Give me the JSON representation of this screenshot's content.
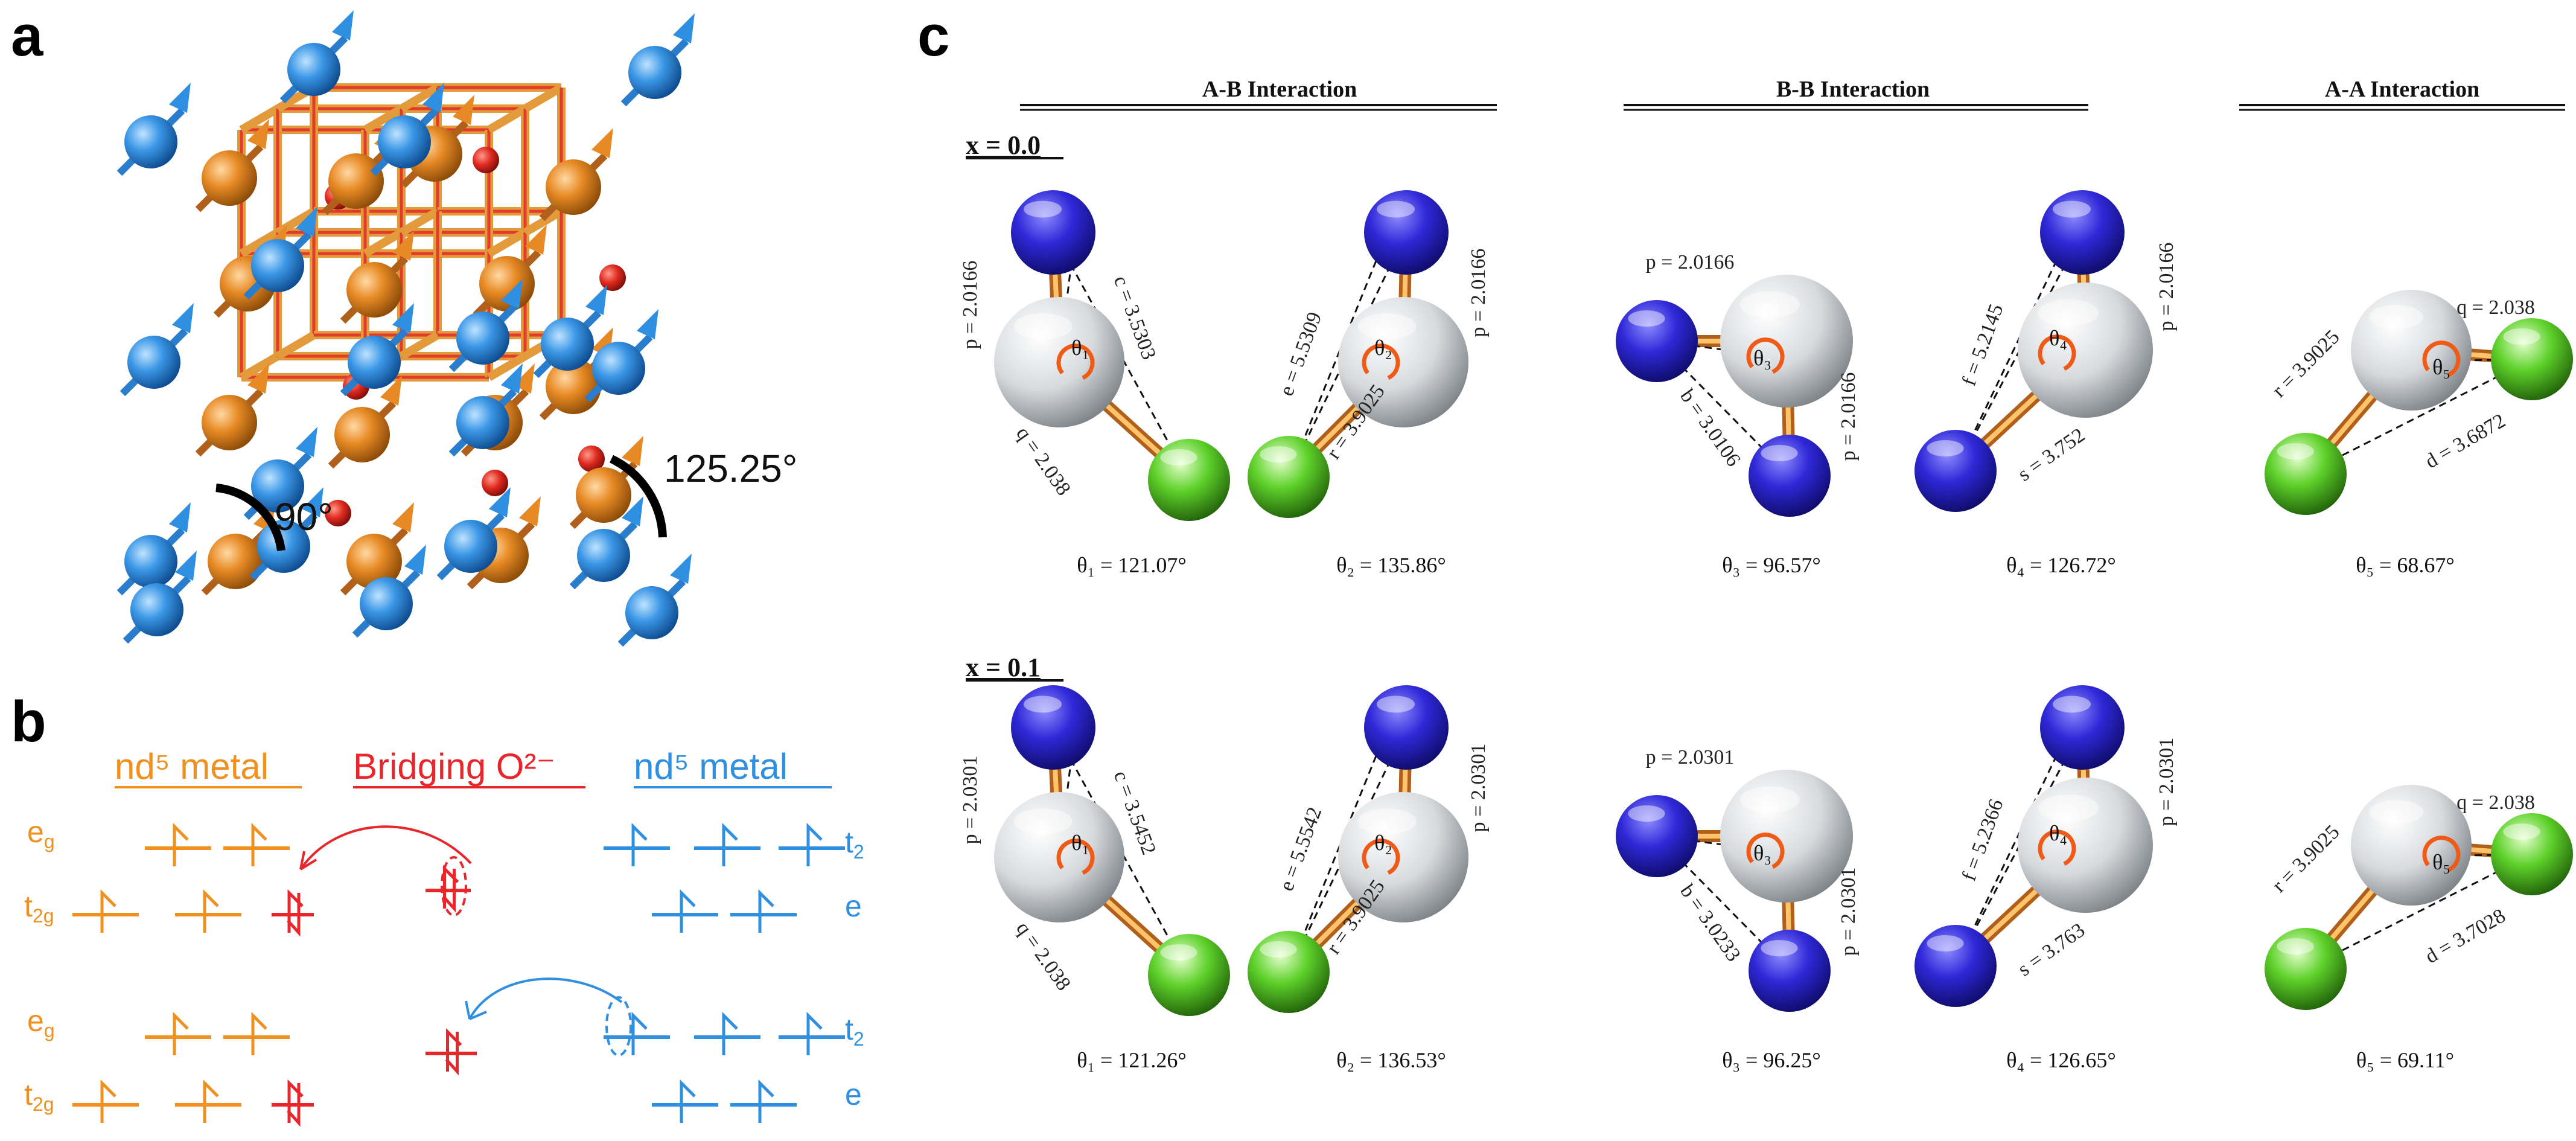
{
  "panels": {
    "a": {
      "letter": "a",
      "angle_90": "90°",
      "angle_125": "125.25°"
    },
    "b": {
      "letter": "b",
      "metal_left": "nd⁵ metal",
      "bridging": "Bridging O²⁻",
      "metal_right": "nd⁵ metal",
      "eg": "e",
      "eg_sub": "g",
      "t2g": "t",
      "t2g_sub": "2g",
      "t2": "t",
      "t2_sub": "2",
      "e": "e"
    },
    "c": {
      "letter": "c",
      "headers": [
        "A-B Interaction",
        "B-B Interaction",
        "A-A Interaction"
      ],
      "rows": [
        {
          "label": "x = 0.0",
          "ab1": {
            "p": "p = 2.0166",
            "c": "c = 3.5303",
            "q": "q = 2.038",
            "theta": "θ₁",
            "angle": "θ₁ = 121.07°"
          },
          "ab2": {
            "e": "e = 5.5309",
            "p": "p = 2.0166",
            "r": "r = 3.9025",
            "theta": "θ₂",
            "angle": "θ₂ = 135.86°"
          },
          "bb1": {
            "p": "p = 2.0166",
            "p2": "p = 2.0166",
            "b": "b = 3.0106",
            "theta": "θ₃",
            "angle": "θ₃ = 96.57°"
          },
          "bb2": {
            "f": "f = 5.2145",
            "p": "p = 2.0166",
            "s": "s = 3.752",
            "theta": "θ₄",
            "angle": "θ₄ = 126.72°"
          },
          "aa": {
            "q": "q = 2.038",
            "r": "r = 3.9025",
            "d": "d = 3.6872",
            "theta": "θ₅",
            "angle": "θ₅ = 68.67°"
          }
        },
        {
          "label": "x = 0.1",
          "ab1": {
            "p": "p = 2.0301",
            "c": "c = 3.5452",
            "q": "q = 2.038",
            "theta": "θ₁",
            "angle": "θ₁ = 121.26°"
          },
          "ab2": {
            "e": "e = 5.5542",
            "p": "p = 2.0301",
            "r": "r = 3.9025",
            "theta": "θ₂",
            "angle": "θ₂ = 136.53°"
          },
          "bb1": {
            "p": "p = 2.0301",
            "p2": "p = 2.0301",
            "b": "b = 3.0233",
            "theta": "θ₃",
            "angle": "θ₃ = 96.25°"
          },
          "bb2": {
            "f": "f = 5.2366",
            "p": "p = 2.0301",
            "s": "s = 3.763",
            "theta": "θ₄",
            "angle": "θ₄ = 126.65°"
          },
          "aa": {
            "q": "q = 2.038",
            "r": "r = 3.9025",
            "d": "d = 3.7028",
            "theta": "θ₅",
            "angle": "θ₅ = 69.11°"
          }
        }
      ]
    }
  }
}
